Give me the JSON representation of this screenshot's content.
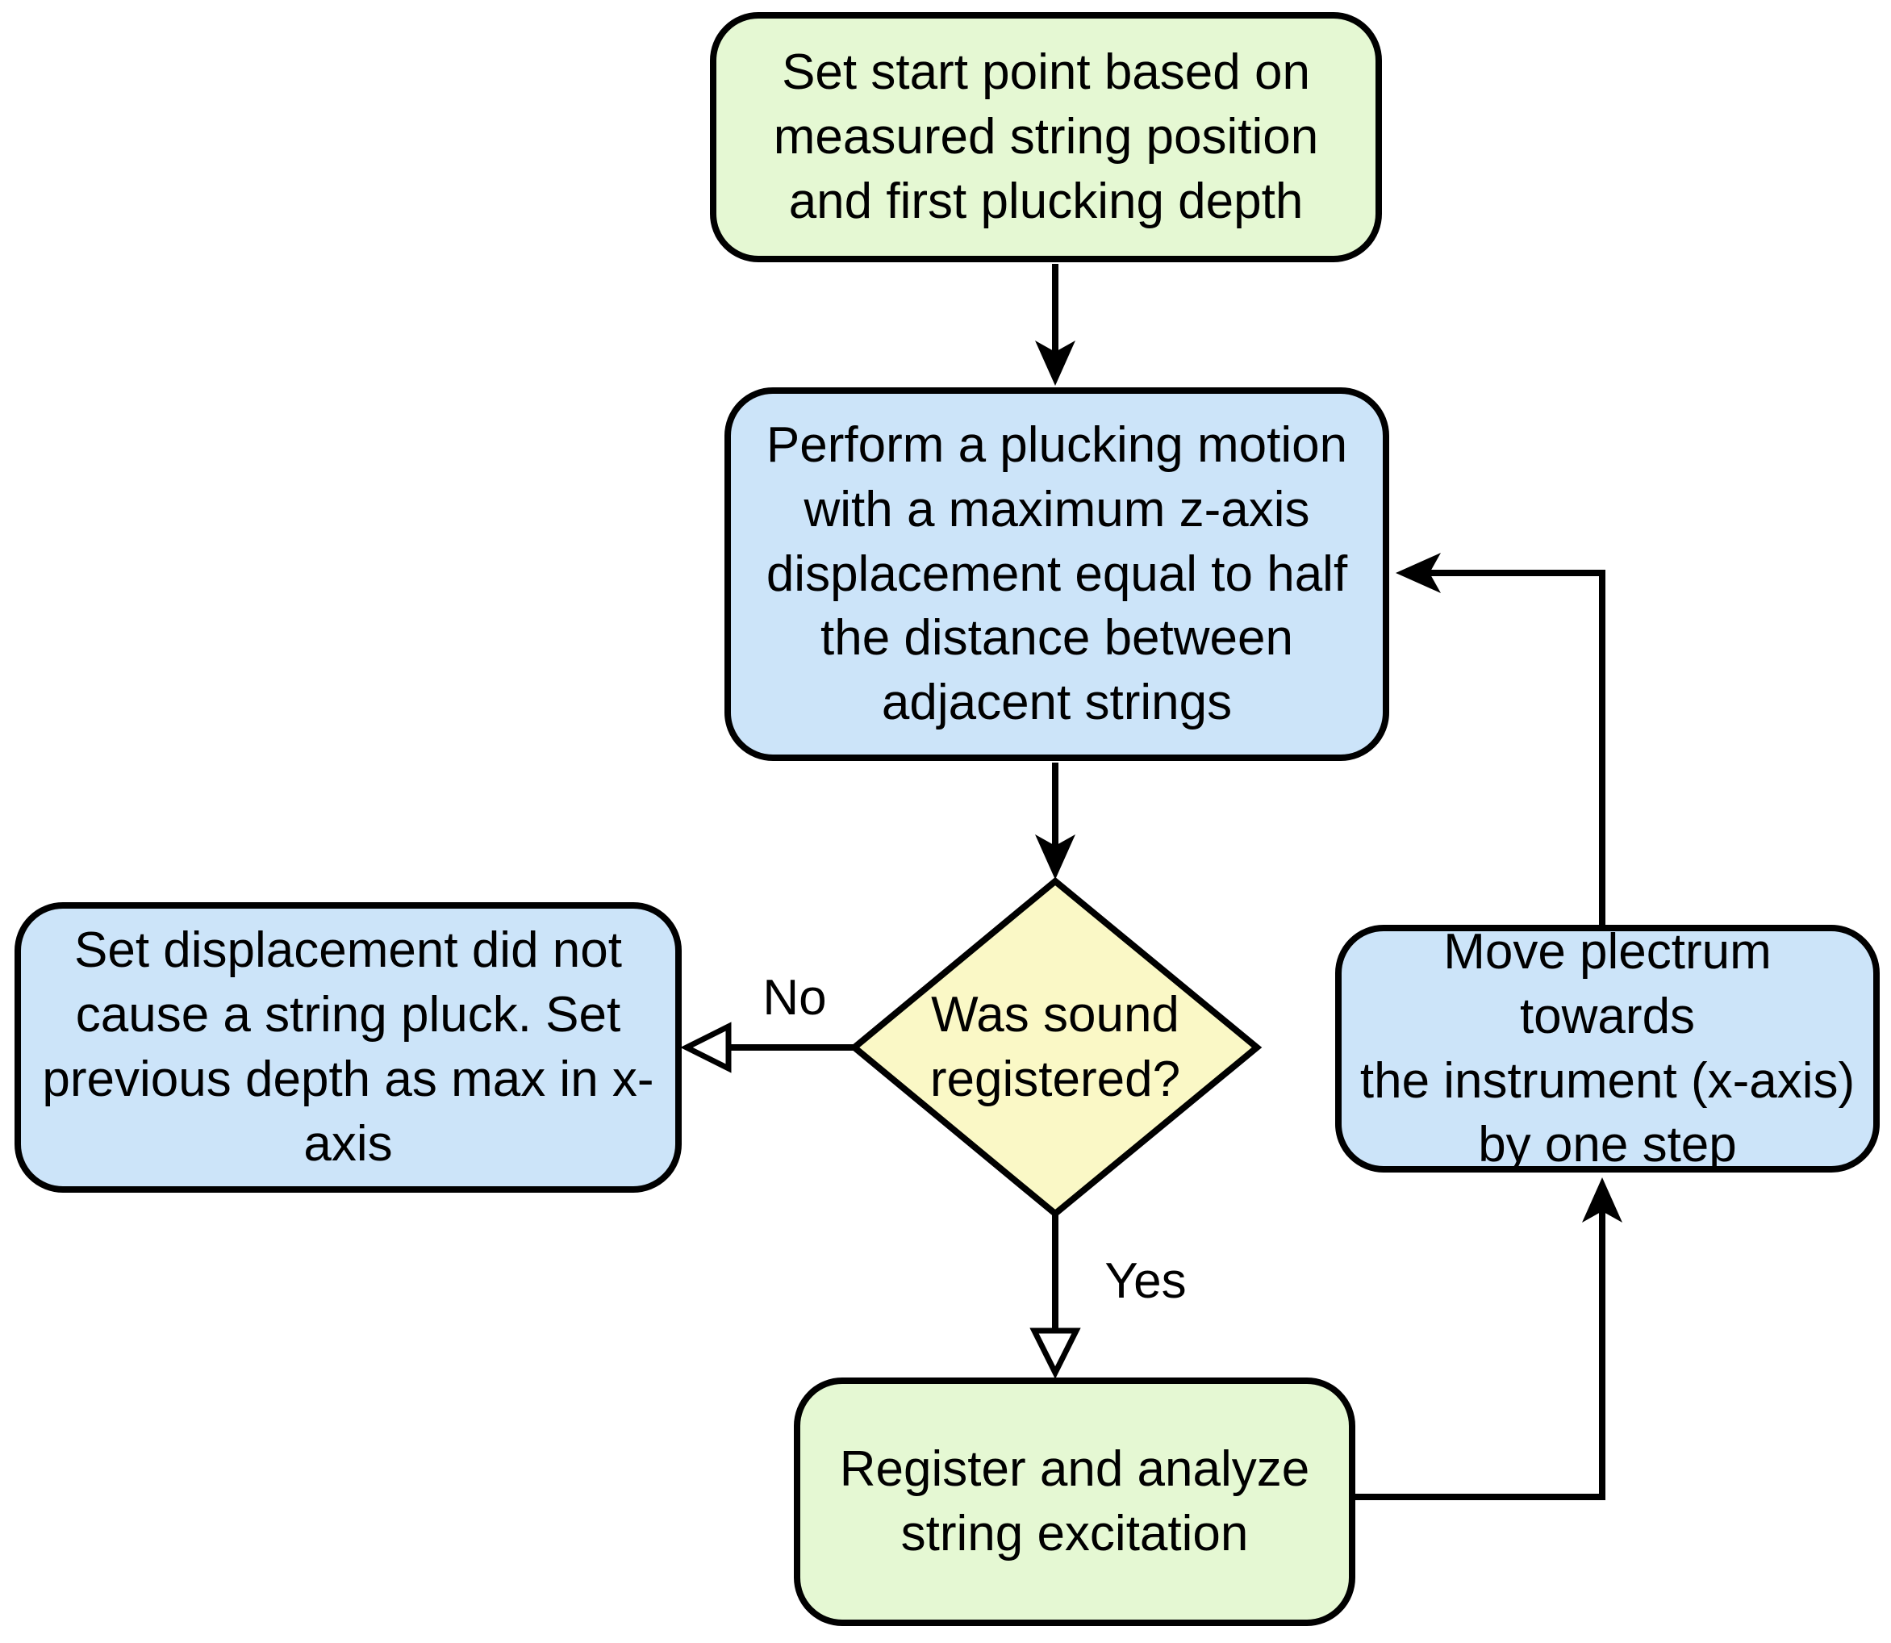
{
  "figure": {
    "type": "flowchart",
    "background": "#ffffff",
    "stroke_color": "#000000",
    "node_colors": {
      "terminal_green": "#e5f8d3",
      "process_blue": "#cce4f9",
      "decision_yellow": "#faf8c6"
    },
    "nodes": {
      "start": {
        "shape": "rounded-rectangle",
        "color": "#e5f8d3",
        "text": "Set start point based on\nmeasured string position\nand first plucking depth"
      },
      "pluck": {
        "shape": "rounded-rectangle",
        "color": "#cce4f9",
        "text": "Perform a plucking motion\nwith a maximum z-axis\ndisplacement equal to half\nthe distance between\nadjacent strings"
      },
      "decision": {
        "shape": "diamond",
        "color": "#faf8c6",
        "text": "Was sound\nregistered?"
      },
      "no_pluck": {
        "shape": "rounded-rectangle",
        "color": "#cce4f9",
        "text": "Set displacement did not\ncause a string pluck. Set\nprevious depth as max in x-\naxis"
      },
      "register": {
        "shape": "rounded-rectangle",
        "color": "#e5f8d3",
        "text": "Register and analyze\nstring excitation"
      },
      "move": {
        "shape": "rounded-rectangle",
        "color": "#cce4f9",
        "text": "Move plectrum towards\nthe instrument (x-axis)\nby one step"
      }
    },
    "edge_labels": {
      "no": "No",
      "yes": "Yes"
    },
    "edges": [
      {
        "from": "start",
        "to": "pluck",
        "label": "",
        "arrowhead": "filled"
      },
      {
        "from": "pluck",
        "to": "decision",
        "label": "",
        "arrowhead": "filled"
      },
      {
        "from": "decision",
        "to": "no_pluck",
        "label": "No",
        "arrowhead": "open"
      },
      {
        "from": "decision",
        "to": "register",
        "label": "Yes",
        "arrowhead": "open"
      },
      {
        "from": "register",
        "to": "move",
        "label": "",
        "arrowhead": "filled"
      },
      {
        "from": "move",
        "to": "pluck",
        "label": "",
        "arrowhead": "filled"
      }
    ]
  }
}
